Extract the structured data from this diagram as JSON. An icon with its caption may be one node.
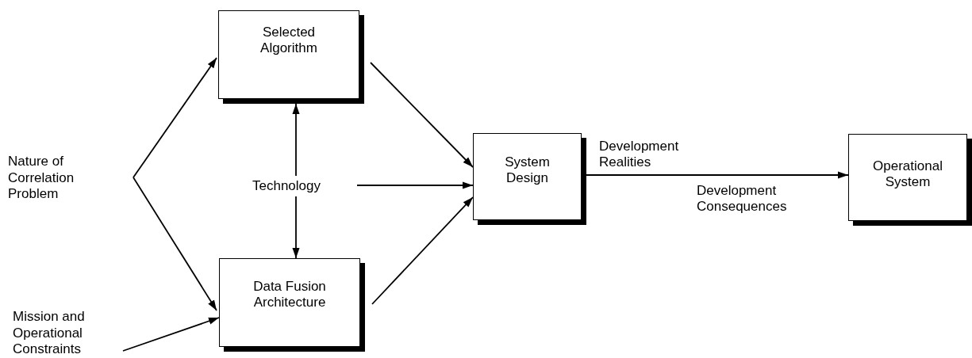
{
  "diagram": {
    "nodes": [
      {
        "text": [
          "Selected Algorithm"
        ]
      },
      {
        "text": [
          "Nature of Correlation Problem"
        ]
      },
      {
        "text": [
          "Technology"
        ]
      },
      {
        "text": [
          "Data Fusion Architecture"
        ]
      },
      {
        "text": [
          "Mission and Operational Constraints"
        ]
      },
      {
        "text": [
          "System Design"
        ]
      },
      {
        "text": [
          "Operational System"
        ]
      }
    ],
    "edges": [
      {
        "from": 1,
        "to": 0,
        "arrow": "to"
      },
      {
        "from": 1,
        "to": 3,
        "arrow": "to"
      },
      {
        "from": 2,
        "to": 0,
        "arrow": "to"
      },
      {
        "from": 2,
        "to": 3,
        "arrow": "to"
      },
      {
        "from": 2,
        "to": 5,
        "arrow": "to"
      },
      {
        "from": 0,
        "to": 5,
        "arrow": "to"
      },
      {
        "from": 3,
        "to": 5,
        "arrow": "to"
      },
      {
        "from": 4,
        "to": 3,
        "arrow": "to"
      },
      {
        "from": 5,
        "to": 6,
        "arrow": "to",
        "label": "Development Realities"
      }
    ],
    "labels": [
      "Development Consequences"
    ]
  }
}
